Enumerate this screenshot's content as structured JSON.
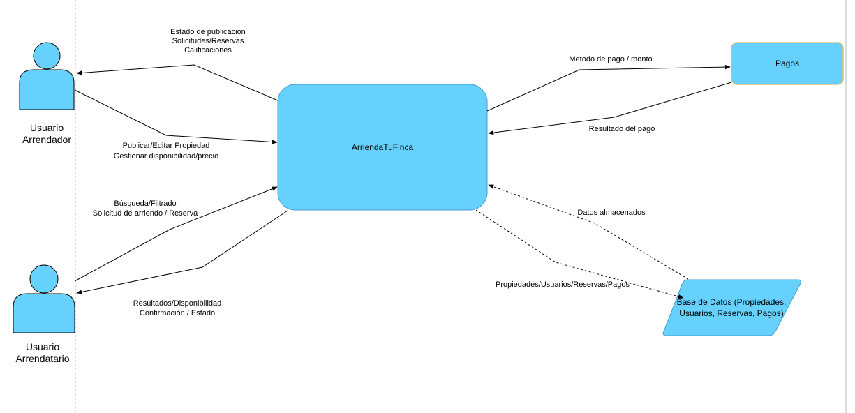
{
  "colors": {
    "fill": "#66d1fc",
    "stroke": "#4a9bd1",
    "pagos_stroke": "#d6c27a",
    "line": "#000000",
    "guide": "#bbbbbb"
  },
  "actors": {
    "arrendador": {
      "line1": "Usuario",
      "line2": "Arrendador",
      "icon": "person-icon"
    },
    "arrendatario": {
      "line1": "Usuario",
      "line2": "Arrendatario",
      "icon": "person-icon"
    }
  },
  "nodes": {
    "system": "ArriendaTuFinca",
    "pagos": "Pagos",
    "db": {
      "line1": "Base de Datos (Propiedades,",
      "line2": "Usuarios, Reservas, Pagos)"
    }
  },
  "edges": {
    "sys_to_arrendador": [
      "Estado de publicación",
      "Solicitudes/Reservas",
      "Calificaciones"
    ],
    "arrendador_to_sys": [
      "Publicar/Editar Propiedad",
      "Gestionar disponibilidad/precio"
    ],
    "arrendatario_to_sys": [
      "Búsqueda/Filtrado",
      "Solicitud de arriendo / Reserva"
    ],
    "sys_to_arrendatario": [
      "Resultados/Disponibilidad",
      "Confirmación / Estado"
    ],
    "sys_to_pagos": "Metodo de pago / monto",
    "pagos_to_sys": "Resultado del pago",
    "db_to_sys": "Datos almacenados",
    "sys_to_db": "Propiedades/Usuarios/Reservas/Pagos"
  }
}
